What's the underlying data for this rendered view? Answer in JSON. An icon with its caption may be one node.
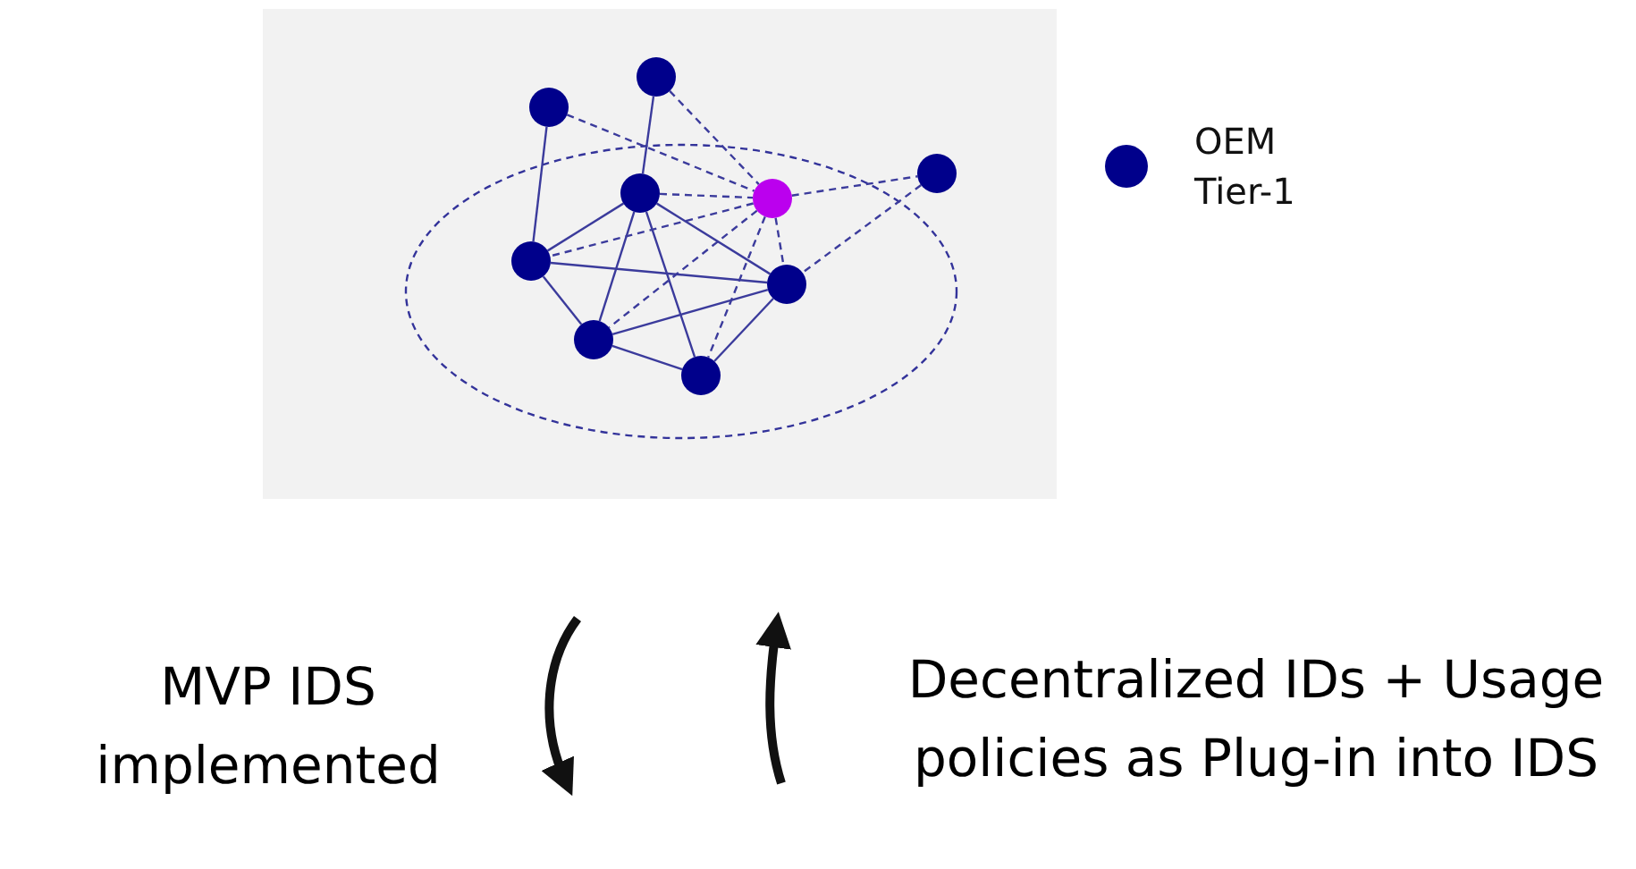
{
  "diagram": {
    "nodes": [
      {
        "text": [],
        "shape": "circle"
      },
      {
        "text": [],
        "shape": "circle"
      },
      {
        "text": [],
        "shape": "circle"
      },
      {
        "text": [],
        "shape": "circle"
      },
      {
        "text": [],
        "shape": "circle"
      },
      {
        "text": [],
        "shape": "circle"
      },
      {
        "text": [],
        "shape": "circle"
      },
      {
        "text": [],
        "shape": "circle"
      },
      {
        "text": [],
        "shape": "circle"
      }
    ],
    "edges": [
      {
        "from": 0,
        "to": 5,
        "arrow": "none"
      },
      {
        "from": 1,
        "to": 3,
        "arrow": "none"
      },
      {
        "from": 3,
        "to": 5,
        "arrow": "none"
      },
      {
        "from": 3,
        "to": 7,
        "arrow": "none"
      },
      {
        "from": 3,
        "to": 8,
        "arrow": "none"
      },
      {
        "from": 3,
        "to": 6,
        "arrow": "none"
      },
      {
        "from": 5,
        "to": 6,
        "arrow": "none"
      },
      {
        "from": 5,
        "to": 7,
        "arrow": "none"
      },
      {
        "from": 7,
        "to": 6,
        "arrow": "none"
      },
      {
        "from": 7,
        "to": 8,
        "arrow": "none"
      },
      {
        "from": 8,
        "to": 6,
        "arrow": "none"
      },
      {
        "from": 0,
        "to": 4,
        "arrow": "none",
        "style": "dashed"
      },
      {
        "from": 1,
        "to": 4,
        "arrow": "none",
        "style": "dashed"
      },
      {
        "from": 3,
        "to": 4,
        "arrow": "none",
        "style": "dashed"
      },
      {
        "from": 4,
        "to": 2,
        "arrow": "none",
        "style": "dashed"
      },
      {
        "from": 4,
        "to": 5,
        "arrow": "none",
        "style": "dashed"
      },
      {
        "from": 4,
        "to": 7,
        "arrow": "none",
        "style": "dashed"
      },
      {
        "from": 4,
        "to": 8,
        "arrow": "none",
        "style": "dashed"
      },
      {
        "from": 4,
        "to": 6,
        "arrow": "none",
        "style": "dashed"
      },
      {
        "from": 2,
        "to": 6,
        "arrow": "none",
        "style": "dashed"
      }
    ],
    "labels": [
      "MVP IDS implemented",
      "Decentralized IDs + Usage policies as Plug-in into IDS"
    ],
    "legend": [
      {
        "text": "OEM Tier-1",
        "color": "#00008b"
      }
    ]
  }
}
